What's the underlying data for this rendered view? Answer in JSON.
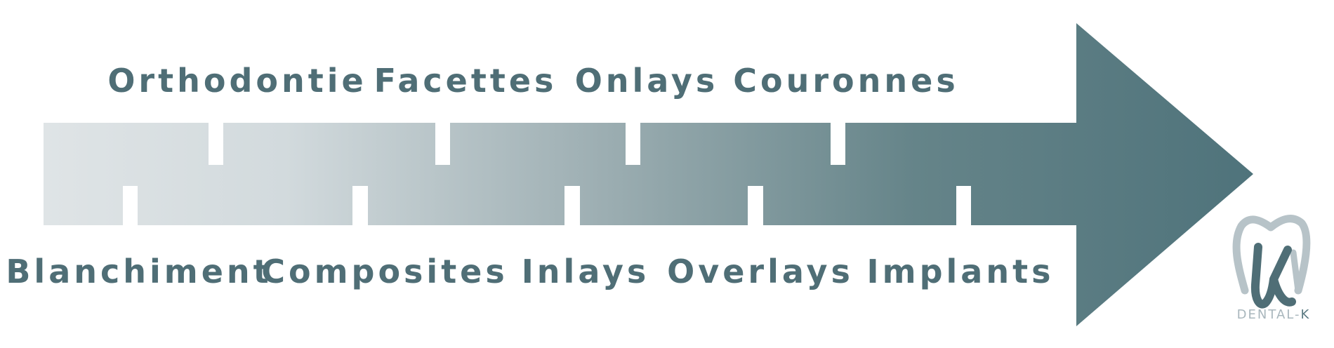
{
  "steps_top": [
    "Orthodontie",
    "Facettes",
    "Onlays",
    "Couronnes"
  ],
  "steps_bottom": [
    "Blanchiment",
    "Composites",
    "Inlays",
    "Overlays",
    "Implants"
  ],
  "logo": {
    "name_main": "DENTAL-",
    "name_accent": "K",
    "monogram": "K",
    "icon": "tooth-icon"
  },
  "colors": {
    "gradient_start": "#dfe4e6",
    "gradient_end": "#4f737b",
    "text": "#4f6e76",
    "logo_light": "#b7c3c8",
    "logo_dark": "#4f6e76"
  }
}
